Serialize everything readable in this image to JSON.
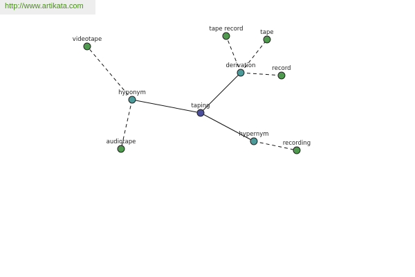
{
  "banner": {
    "url": "http://www.artikata.com"
  },
  "colors": {
    "center": "#4b4f9b",
    "relation": "#4c9a9a",
    "leaf": "#4f9a4f"
  },
  "graph": {
    "nodes": [
      {
        "id": "taping",
        "label": "taping",
        "kind": "center"
      },
      {
        "id": "hyponym",
        "label": "hyponym",
        "kind": "relation"
      },
      {
        "id": "derivation",
        "label": "derivation",
        "kind": "relation"
      },
      {
        "id": "hypernym",
        "label": "hypernym",
        "kind": "relation"
      },
      {
        "id": "videotape",
        "label": "videotape",
        "kind": "leaf"
      },
      {
        "id": "audiotape",
        "label": "audiotape",
        "kind": "leaf"
      },
      {
        "id": "tape-record",
        "label": "tape record",
        "kind": "leaf"
      },
      {
        "id": "tape",
        "label": "tape",
        "kind": "leaf"
      },
      {
        "id": "record",
        "label": "record",
        "kind": "leaf"
      },
      {
        "id": "recording",
        "label": "recording",
        "kind": "leaf"
      }
    ],
    "edges": [
      {
        "from": "taping",
        "to": "hyponym",
        "style": "solid"
      },
      {
        "from": "taping",
        "to": "derivation",
        "style": "solid"
      },
      {
        "from": "taping",
        "to": "hypernym",
        "style": "solid"
      },
      {
        "from": "hyponym",
        "to": "videotape",
        "style": "dashed"
      },
      {
        "from": "hyponym",
        "to": "audiotape",
        "style": "dashed"
      },
      {
        "from": "derivation",
        "to": "tape-record",
        "style": "dashed"
      },
      {
        "from": "derivation",
        "to": "tape",
        "style": "dashed"
      },
      {
        "from": "derivation",
        "to": "record",
        "style": "dashed"
      },
      {
        "from": "hypernym",
        "to": "recording",
        "style": "dashed"
      }
    ]
  }
}
